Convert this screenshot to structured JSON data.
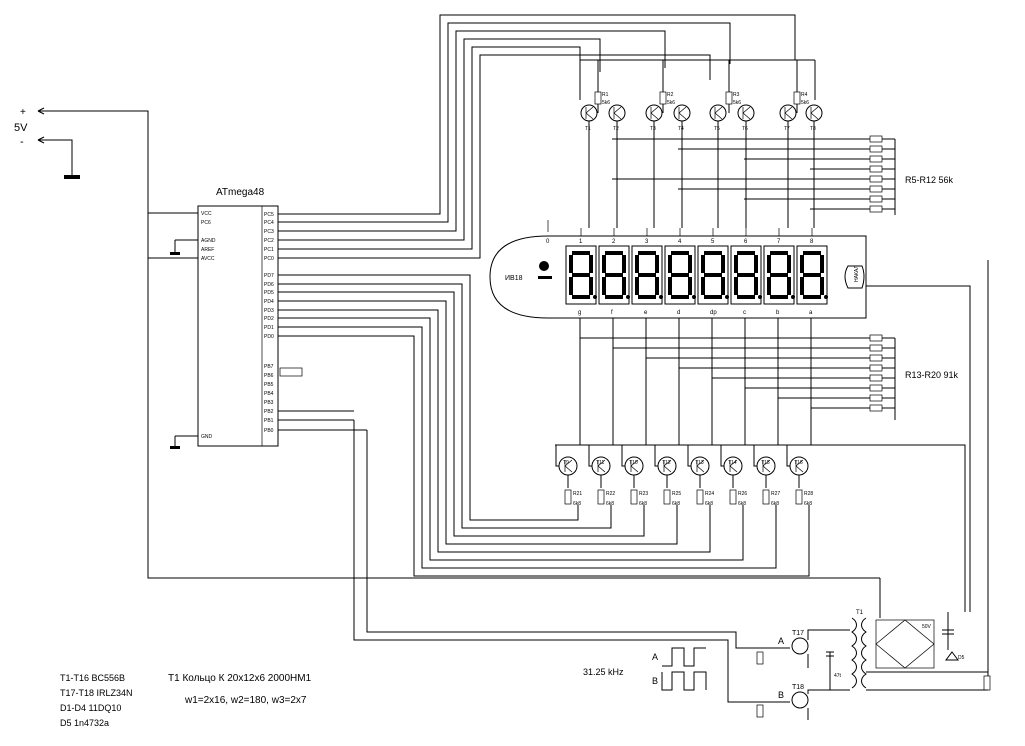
{
  "power": {
    "plus": "+",
    "voltage": "5V",
    "minus": "-"
  },
  "mcu": {
    "name": "ATmega48",
    "left_pins": [
      "VCC",
      "PC6",
      "AGND",
      "AREF",
      "AVCC",
      "GND"
    ],
    "right_pins": [
      "PC5",
      "PC4",
      "PC3",
      "PC2",
      "PC1",
      "PC0",
      "PD7",
      "PD6",
      "PD5",
      "PD4",
      "PD3",
      "PD2",
      "PD1",
      "PD0",
      "PB7",
      "PB6",
      "PB5",
      "PB4",
      "PB3",
      "PB2",
      "PB1",
      "PB0"
    ]
  },
  "top_transistors": [
    "T1",
    "T2",
    "T3",
    "T4",
    "T5",
    "T6",
    "T7",
    "T8"
  ],
  "top_resistors": [
    {
      "name": "R1",
      "value": "5k6"
    },
    {
      "name": "R2",
      "value": "5k6"
    },
    {
      "name": "R3",
      "value": "5k6"
    },
    {
      "name": "R4",
      "value": "5k6"
    }
  ],
  "bottom_transistors": [
    "T9",
    "T11",
    "T10",
    "T12",
    "T13",
    "T14",
    "T15",
    "T16"
  ],
  "bottom_resistors": [
    {
      "name": "R21",
      "value": "6k8"
    },
    {
      "name": "R22",
      "value": "6k8"
    },
    {
      "name": "R23",
      "value": "6k8"
    },
    {
      "name": "R25",
      "value": "6k8"
    },
    {
      "name": "R24",
      "value": "6k8"
    },
    {
      "name": "R26",
      "value": "6k8"
    },
    {
      "name": "R27",
      "value": "6k8"
    },
    {
      "name": "R28",
      "value": "6k8"
    }
  ],
  "display": {
    "name": "ИВ18",
    "grid_labels": [
      "0",
      "1",
      "2",
      "3",
      "4",
      "5",
      "6",
      "7",
      "8"
    ],
    "segment_labels": [
      "g",
      "f",
      "e",
      "d",
      "dp",
      "c",
      "b",
      "a"
    ],
    "heater": "НАКАЛ"
  },
  "resistor_groups": {
    "upper": "R5-R12  56k",
    "lower": "R13-R20  91k"
  },
  "waveform": {
    "freq": "31.25 kHz",
    "a": "A",
    "b": "B"
  },
  "power_stage": {
    "t17": "T17",
    "t18": "T18",
    "t1": "T1",
    "a": "A",
    "b": "B",
    "c1": "47t",
    "zener": "D5",
    "out": "50V"
  },
  "notes": {
    "parts": [
      "T1-T16 BC556B",
      "T17-T18 IRLZ34N",
      "D1-D4 11DQ10",
      "D5 1n4732a"
    ],
    "transformer": "T1 Кольцо  К 20x12x6  2000НМ1",
    "windings": "w1=2x16,  w2=180,  w3=2x7"
  }
}
